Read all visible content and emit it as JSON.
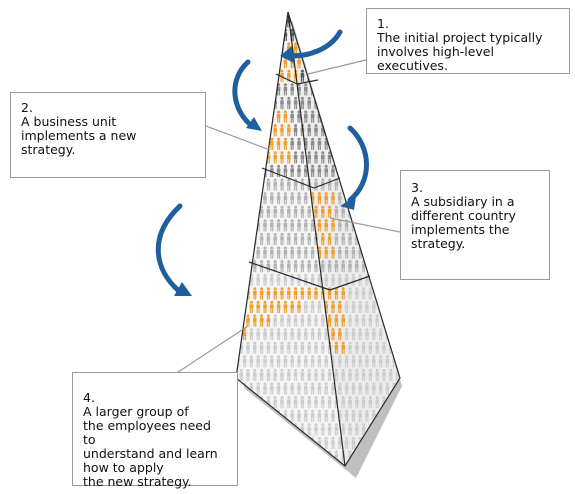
{
  "colors": {
    "highlight_figure": "#f0a030",
    "figure_dark": "#5a5a5a",
    "figure_mid": "#8c8c8c",
    "figure_light": "#b4b4b4",
    "figure_faint": "#cdcdcd",
    "arrow": "#1f5f9e",
    "pyramid_edge": "#2a2a2a",
    "pyramid_shadow": "#8a8a8a",
    "callout_border": "#9a9a9a"
  },
  "icons": [
    "person-icon",
    "curved-arrow-icon"
  ],
  "callouts": [
    {
      "number": "1.",
      "text": "The initial project typically\ninvolves high-level executives."
    },
    {
      "number": "2.",
      "text": "A business unit\nimplements a new\nstrategy."
    },
    {
      "number": "3.",
      "text": "A subsidiary in a\ndifferent country\nimplements the\nstrategy."
    },
    {
      "number": "4.",
      "text": "A larger group of\nthe employees need to\nunderstand and learn\nhow to apply\nthe new strategy."
    }
  ]
}
